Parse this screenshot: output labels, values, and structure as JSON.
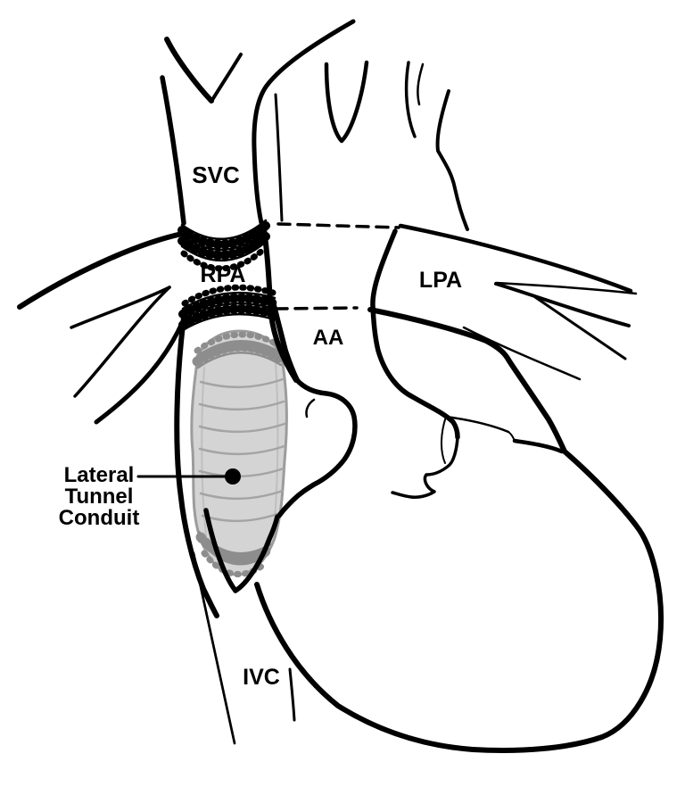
{
  "diagram": {
    "title": "lateral-tunnel-fontan-anatomy",
    "labels": {
      "svc": "SVC",
      "rpa": "RPA",
      "lpa": "LPA",
      "aa": "AA",
      "ivc": "IVC",
      "conduit_line1": "Lateral",
      "conduit_line2": "Tunnel",
      "conduit_line3": "Conduit"
    },
    "colors": {
      "line": "#000000",
      "background": "#ffffff",
      "conduit_fill": "#d4d4d4",
      "conduit_outline": "#9c9c9c",
      "conduit_ridges": "#a4a4a4",
      "conduit_inner_shade": "#bfbfbf",
      "suture_gray": "#8d8d8d"
    }
  }
}
